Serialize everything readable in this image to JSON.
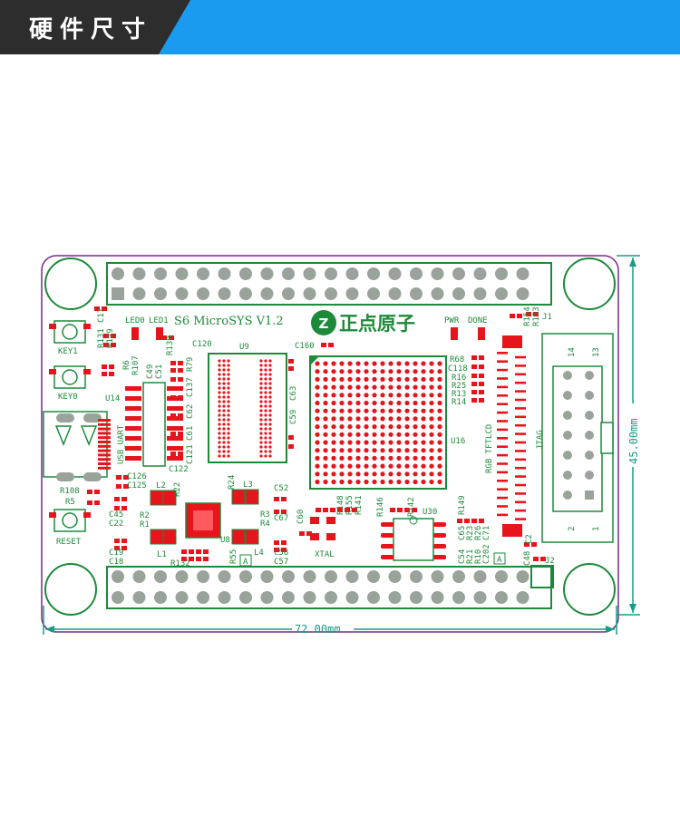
{
  "header": {
    "title": "硬件尺寸"
  },
  "board": {
    "name": "S6  MicroSYS  V1.2",
    "logo_text": "正点原子",
    "width_label": "72.00mm",
    "height_label": "45.00mm"
  },
  "labels": {
    "key1": "KEY1",
    "key0": "KEY0",
    "reset": "RESET",
    "led0": "LED0",
    "led1": "LED1",
    "pwr": "PWR",
    "done": "DONE",
    "u9": "U9",
    "u14": "U14",
    "u16": "U16",
    "u8": "U8",
    "u30": "U30",
    "usb_uart": "USB_UART",
    "rgb_tftlcd": "RGB TFTLCD",
    "jtag": "JTAG",
    "xtal": "XTAL",
    "j1": "J1",
    "j2": "J2",
    "pin14": "14",
    "pin13": "13",
    "pin2": "2",
    "pin1": "1",
    "l2": "L2",
    "l3": "L3",
    "l1": "L1",
    "l4": "L4",
    "r2": "R2",
    "r1": "R1",
    "r3": "R3",
    "r4": "R4",
    "c120": "C120",
    "c160": "C160",
    "c17": "C17",
    "r131": "R131",
    "r129": "R129",
    "r130": "R130",
    "r6": "R6",
    "r107": "R107",
    "c49": "C49",
    "c51": "C51",
    "r79": "R79",
    "c137": "C137",
    "c62": "C62",
    "c61": "C61",
    "c121": "C121",
    "c122": "C122",
    "c59": "C59",
    "c63": "C63",
    "c126": "C126",
    "c125": "C125",
    "r108": "R108",
    "r5": "R5",
    "c45": "C45",
    "c22": "C22",
    "c19": "C19",
    "c18": "C18",
    "r22": "R22",
    "r24": "R24",
    "c52": "C52",
    "c67": "C67",
    "c58": "C58",
    "c57": "C57",
    "r132": "R132",
    "r55": "R55",
    "c60": "C60",
    "r148": "R148",
    "r155": "R155",
    "r141": "R141",
    "r146": "R146",
    "r142": "R142",
    "r149": "R149",
    "c54": "C54",
    "r21": "R21",
    "r10": "R10",
    "c202": "C202",
    "c65": "C65",
    "r23": "R23",
    "r26": "R26",
    "c71": "C71",
    "r68": "R68",
    "c118": "C118",
    "r16": "R16",
    "r25": "R25",
    "r13": "R13",
    "r14": "R14",
    "r154": "R154",
    "r153": "R153",
    "c2": "C2",
    "c48": "C48",
    "mark_a1": "A",
    "mark_a2": "A"
  }
}
